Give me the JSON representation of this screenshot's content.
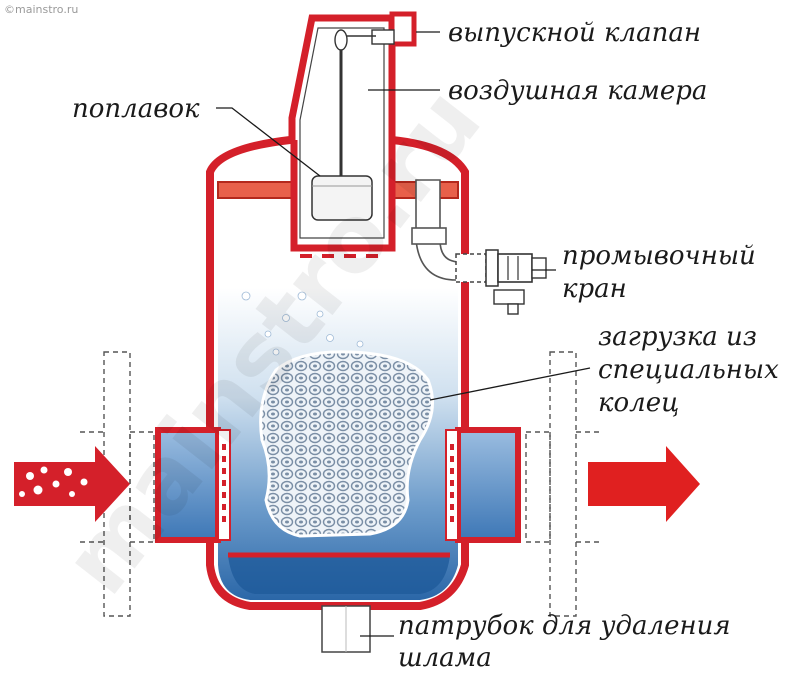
{
  "watermark": {
    "corner": "©mainstro.ru",
    "diagonal": "mainstro.ru"
  },
  "labels": {
    "outlet_valve": "выпускной клапан",
    "air_chamber": "воздушная камера",
    "float": "поплавок",
    "flush_valve_line1": "промывочный",
    "flush_valve_line2": "кран",
    "rings_line1": "загрузка из",
    "rings_line2": "специальных",
    "rings_line3": "колец",
    "sludge_line1": "патрубок для удаления",
    "sludge_line2": "шлама"
  },
  "colors": {
    "housing": "#d4202a",
    "water_top": "#ffffff",
    "water_bottom": "#1f5e9e",
    "inlet_arrow": "#d4202a",
    "outlet_arrow": "#e02020",
    "baffle": "#e8604a"
  }
}
